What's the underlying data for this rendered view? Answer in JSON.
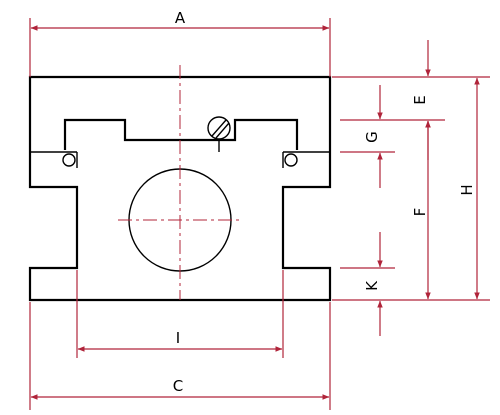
{
  "drawing": {
    "labels": {
      "A": "A",
      "C": "C",
      "I": "I",
      "E": "E",
      "G": "G",
      "F": "F",
      "K": "K",
      "H": "H"
    }
  },
  "colors": {
    "dimension": "#b0243a",
    "outline": "#000000",
    "background": "#ffffff"
  }
}
